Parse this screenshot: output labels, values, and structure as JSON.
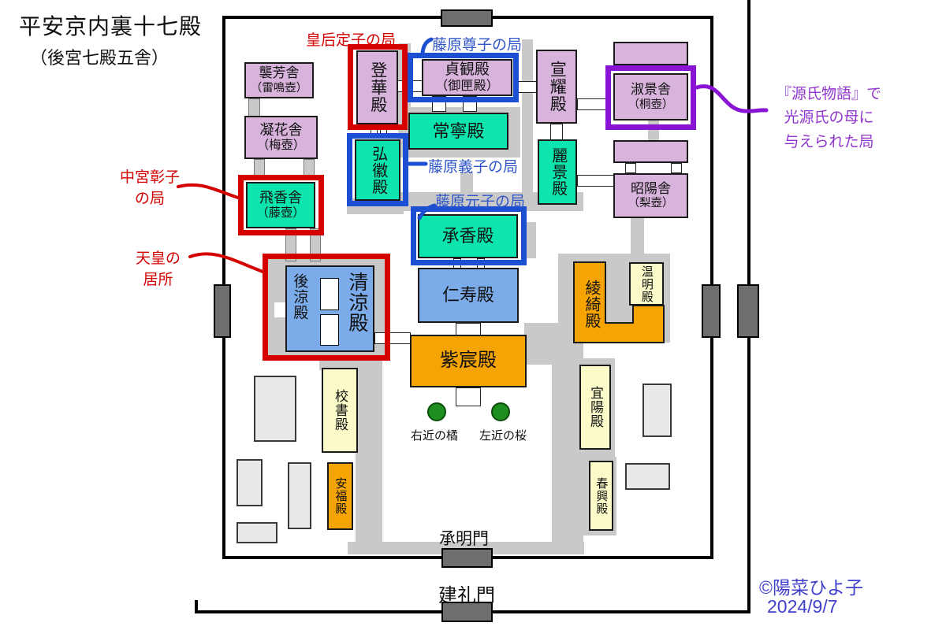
{
  "title": {
    "main": "平安京内裏十七殿",
    "sub": "（後宮七殿五舎）"
  },
  "credit": {
    "author": "©陽菜ひよ子",
    "date": "2024/9/7"
  },
  "gates": {
    "shomeimon": "承明門",
    "kenreimon": "建礼門"
  },
  "trees": {
    "right_tachibana": "右近の橘",
    "left_sakura": "左近の桜"
  },
  "annotations": {
    "kogo_teishi": "皇后定子の局",
    "chugu_shoshi": [
      "中宮彰子",
      "の局"
    ],
    "tenno": [
      "天皇の",
      "居所"
    ],
    "fujiwara_takako": "藤原尊子の局",
    "fujiwara_yoshiko": "藤原義子の局",
    "fujiwara_motoko": "藤原元子の局",
    "genji": [
      "『源氏物語』で",
      "光源氏の母に",
      "与えられた局"
    ]
  },
  "buildings": {
    "shuhosha": {
      "name": "襲芳舎",
      "alias": "（雷鳴壺）"
    },
    "gyokasha": {
      "name": "凝花舎",
      "alias": "（梅壺）"
    },
    "hikyosha": {
      "name": "飛香舎",
      "alias": "（藤壺）"
    },
    "tokaden": {
      "name": "登華殿"
    },
    "kokiden": {
      "name": "弘徽殿"
    },
    "joganden": {
      "name": "貞観殿",
      "alias": "（御匣殿）"
    },
    "joneiden": {
      "name": "常寧殿"
    },
    "shokoden": {
      "name": "承香殿"
    },
    "senyoden": {
      "name": "宣耀殿"
    },
    "reikeiden": {
      "name": "麗景殿"
    },
    "shigeisha": {
      "name": "淑景舎",
      "alias": "（桐壺）"
    },
    "shoyosha": {
      "name": "昭陽舎",
      "alias": "（梨壺）"
    },
    "koryoden": {
      "name": "後涼殿"
    },
    "seiryoden": {
      "name": "清涼殿"
    },
    "jijuden": {
      "name": "仁寿殿"
    },
    "shishinden": {
      "name": "紫宸殿"
    },
    "ryokiden": {
      "name": "綾綺殿"
    },
    "unmeiden": {
      "name": "温明殿"
    },
    "giyoden": {
      "name": "宜陽殿"
    },
    "kyoshoden": {
      "name": "校書殿"
    },
    "anpukuden": {
      "name": "安福殿"
    },
    "shunkoden": {
      "name": "春興殿"
    }
  },
  "colors": {
    "building_pink": "#d8b4dc",
    "building_teal": "#0ce6ae",
    "building_blue": "#7babe8",
    "building_orange": "#f5a402",
    "building_yellow": "#fbfbc9",
    "corridor_gray": "#c9c9c9",
    "highlight_red": "#d40000",
    "highlight_blue": "#1d4fd2",
    "highlight_purple": "#8a14d4",
    "tree_green": "#1e8f1e",
    "credit_blue": "#4040cc"
  }
}
